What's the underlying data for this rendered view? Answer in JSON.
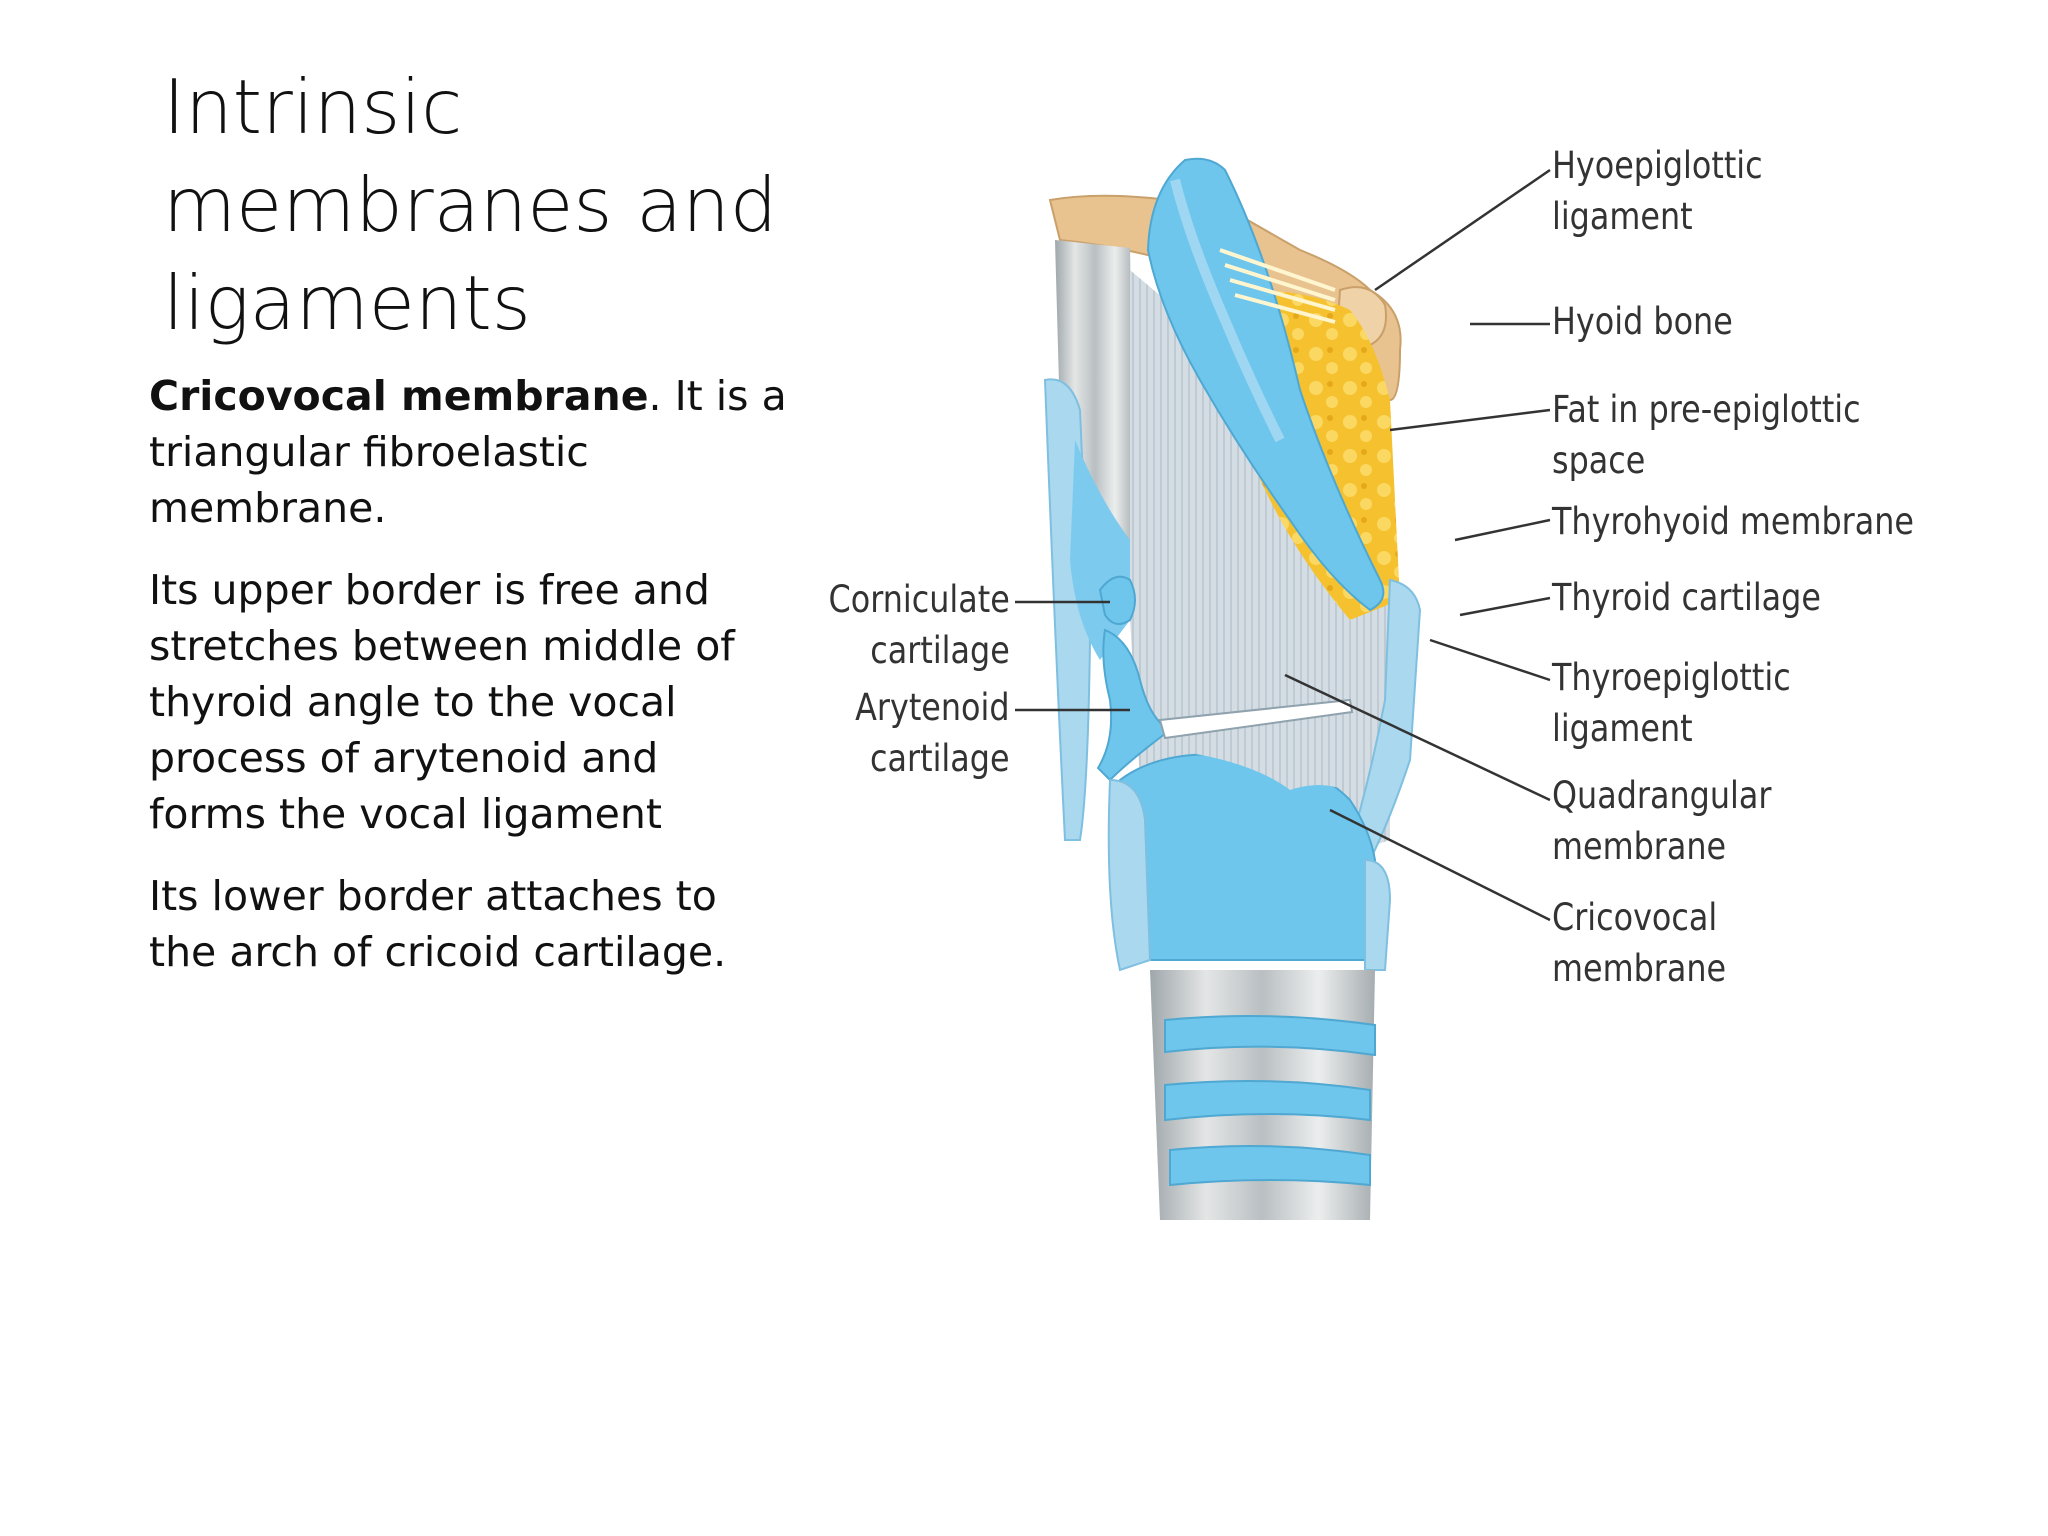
{
  "title": {
    "line1": "Intrinsic",
    "line2": "membranes and",
    "line3": "ligaments"
  },
  "body": {
    "p1_bold": "Cricovocal membrane",
    "p1_rest_line1": ". It is a",
    "p1_line2": "triangular fibroelastic",
    "p1_line3": "membrane.",
    "p2_line1": "Its upper border is free and",
    "p2_line2": "stretches between middle of",
    "p2_line3": "thyroid angle to the vocal",
    "p2_line4": "process of arytenoid and",
    "p2_line5": "forms the vocal ligament",
    "p3_line1": "Its lower border attaches to",
    "p3_line2": "the arch of cricoid cartilage."
  },
  "figure": {
    "labels": {
      "hyoepiglottic": [
        "Hyoepiglottic",
        "ligament"
      ],
      "hyoid": [
        "Hyoid bone"
      ],
      "fat": [
        "Fat in pre-epiglottic",
        "space"
      ],
      "thyrohyoid": [
        "Thyrohyoid membrane"
      ],
      "thyroid_cartilage": [
        "Thyroid cartilage"
      ],
      "thyroepiglottic": [
        "Thyroepiglottic",
        "ligament"
      ],
      "quadrangular": [
        "Quadrangular",
        "membrane"
      ],
      "cricovocal": [
        "Cricovocal",
        "membrane"
      ],
      "corniculate": [
        "Corniculate",
        "cartilage"
      ],
      "arytenoid": [
        "Arytenoid",
        "cartilage"
      ]
    },
    "colors": {
      "cartilage_blue": "#6ec6ec",
      "light_blue": "#a9d8ef",
      "membrane_grey": "#c9d3da",
      "fat_yellow": "#f5c02e",
      "bone_tan": "#e8c28f",
      "leader_line": "#333333"
    }
  }
}
